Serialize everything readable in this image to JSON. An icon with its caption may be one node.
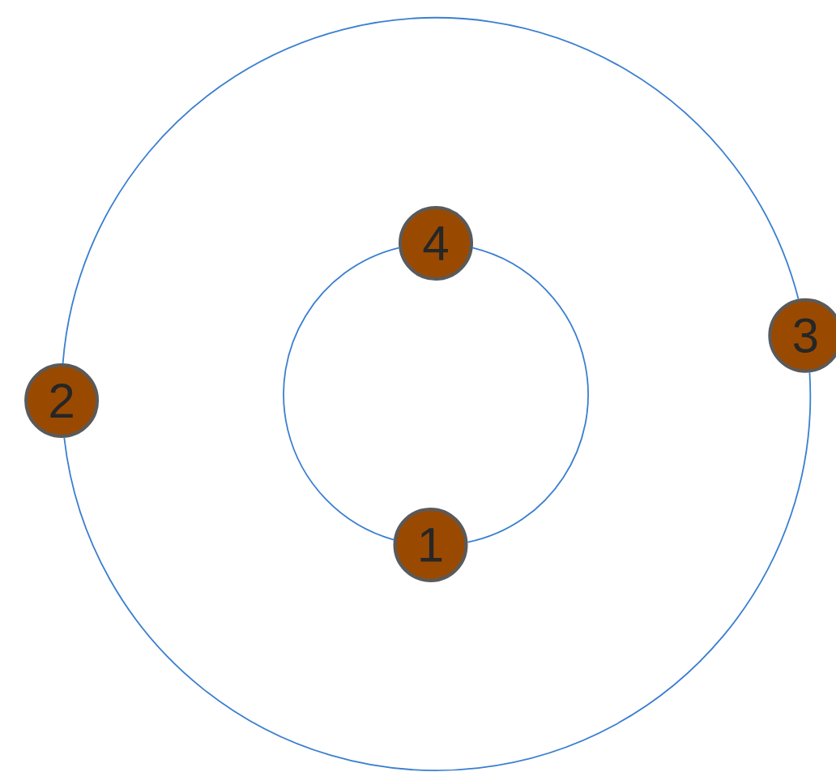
{
  "diagram": {
    "nodes": [
      {
        "text": [
          "1"
        ]
      },
      {
        "text": [
          "2"
        ]
      },
      {
        "text": [
          "3"
        ]
      },
      {
        "text": [
          "4"
        ]
      }
    ],
    "edges": [
      {
        "from": 3,
        "to": 0,
        "arrow": "none"
      },
      {
        "from": 0,
        "to": 3,
        "arrow": "none"
      },
      {
        "from": 2,
        "to": 1,
        "arrow": "none"
      },
      {
        "from": 1,
        "to": 2,
        "arrow": "none"
      }
    ]
  }
}
